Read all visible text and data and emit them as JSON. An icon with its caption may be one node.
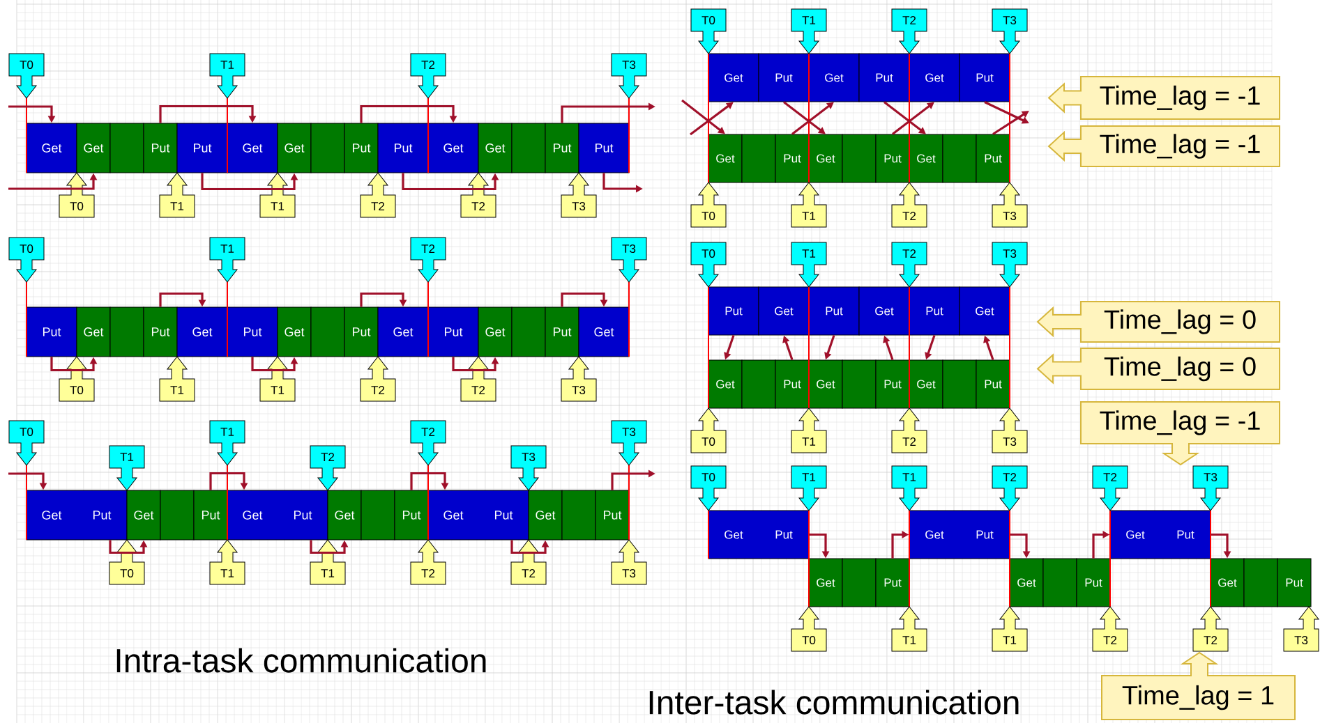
{
  "diagram": {
    "nodes": [
      {
        "text": [
          "T0"
        ]
      },
      {
        "text": [
          "T1"
        ]
      },
      {
        "text": [
          "T2"
        ]
      },
      {
        "text": [
          "T3"
        ]
      },
      {
        "text": [
          "Get"
        ]
      },
      {
        "text": [
          "Get"
        ]
      },
      {
        "text": [],
        "shape": "box"
      },
      {
        "text": [
          "Put"
        ]
      },
      {
        "text": [
          "Put"
        ]
      },
      {
        "text": [
          "Get"
        ]
      },
      {
        "text": [
          "Get"
        ]
      },
      {
        "text": [],
        "shape": "box"
      },
      {
        "text": [
          "Put"
        ]
      },
      {
        "text": [
          "Put"
        ]
      },
      {
        "text": [
          "Get"
        ]
      },
      {
        "text": [
          "Get"
        ]
      },
      {
        "text": [],
        "shape": "box"
      },
      {
        "text": [
          "Put"
        ]
      },
      {
        "text": [
          "Put"
        ]
      },
      {
        "text": [
          "T0"
        ]
      },
      {
        "text": [
          "T1"
        ]
      },
      {
        "text": [
          "T1"
        ]
      },
      {
        "text": [
          "T2"
        ]
      },
      {
        "text": [
          "T2"
        ]
      },
      {
        "text": [
          "T3"
        ]
      },
      {
        "text": [
          "T0"
        ]
      },
      {
        "text": [
          "T1"
        ]
      },
      {
        "text": [
          "T2"
        ]
      },
      {
        "text": [
          "T3"
        ]
      },
      {
        "text": [
          "Put"
        ]
      },
      {
        "text": [
          "Get"
        ]
      },
      {
        "text": [],
        "shape": "box"
      },
      {
        "text": [
          "Put"
        ]
      },
      {
        "text": [
          "Get"
        ]
      },
      {
        "text": [
          "Put"
        ]
      },
      {
        "text": [
          "Get"
        ]
      },
      {
        "text": [],
        "shape": "box"
      },
      {
        "text": [
          "Put"
        ]
      },
      {
        "text": [
          "Get"
        ]
      },
      {
        "text": [
          "Put"
        ]
      },
      {
        "text": [
          "Get"
        ]
      },
      {
        "text": [],
        "shape": "box"
      },
      {
        "text": [
          "Put"
        ]
      },
      {
        "text": [
          "Get"
        ]
      },
      {
        "text": [
          "T0"
        ]
      },
      {
        "text": [
          "T1"
        ]
      },
      {
        "text": [
          "T1"
        ]
      },
      {
        "text": [
          "T2"
        ]
      },
      {
        "text": [
          "T2"
        ]
      },
      {
        "text": [
          "T3"
        ]
      },
      {
        "text": [
          "T0"
        ]
      },
      {
        "text": [
          "T1"
        ]
      },
      {
        "text": [
          "T1"
        ]
      },
      {
        "text": [
          "T2"
        ]
      },
      {
        "text": [
          "T2"
        ]
      },
      {
        "text": [
          "T3"
        ]
      },
      {
        "text": [
          "T3"
        ]
      },
      {
        "text": [
          "Get",
          "Put"
        ]
      },
      {
        "text": [
          "Get"
        ]
      },
      {
        "text": [],
        "shape": "box"
      },
      {
        "text": [
          "Put"
        ]
      },
      {
        "text": [
          "Get",
          "Put"
        ]
      },
      {
        "text": [
          "Get"
        ]
      },
      {
        "text": [],
        "shape": "box"
      },
      {
        "text": [
          "Put"
        ]
      },
      {
        "text": [
          "Get",
          "Put"
        ]
      },
      {
        "text": [
          "Get"
        ]
      },
      {
        "text": [],
        "shape": "box"
      },
      {
        "text": [
          "Put"
        ]
      },
      {
        "text": [
          "T0"
        ]
      },
      {
        "text": [
          "T1"
        ]
      },
      {
        "text": [
          "T1"
        ]
      },
      {
        "text": [
          "T2"
        ]
      },
      {
        "text": [
          "T2"
        ]
      },
      {
        "text": [
          "T3"
        ]
      },
      {
        "text": [
          "T0"
        ]
      },
      {
        "text": [
          "T1"
        ]
      },
      {
        "text": [
          "T2"
        ]
      },
      {
        "text": [
          "T3"
        ]
      },
      {
        "text": [
          "Get"
        ]
      },
      {
        "text": [
          "Put"
        ]
      },
      {
        "text": [
          "Get"
        ]
      },
      {
        "text": [
          "Put"
        ]
      },
      {
        "text": [
          "Get"
        ]
      },
      {
        "text": [
          "Put"
        ]
      },
      {
        "text": [
          "Get"
        ]
      },
      {
        "text": [],
        "shape": "box"
      },
      {
        "text": [
          "Put"
        ]
      },
      {
        "text": [
          "Get"
        ]
      },
      {
        "text": [],
        "shape": "box"
      },
      {
        "text": [
          "Put"
        ]
      },
      {
        "text": [
          "Get"
        ]
      },
      {
        "text": [],
        "shape": "box"
      },
      {
        "text": [
          "Put"
        ]
      },
      {
        "text": [
          "T0"
        ]
      },
      {
        "text": [
          "T1"
        ]
      },
      {
        "text": [
          "T2"
        ]
      },
      {
        "text": [
          "T3"
        ]
      },
      {
        "text": [
          "Time_lag = -1"
        ]
      },
      {
        "text": [
          "Time_lag = -1"
        ]
      },
      {
        "text": [
          "T0"
        ]
      },
      {
        "text": [
          "T1"
        ]
      },
      {
        "text": [
          "T2"
        ]
      },
      {
        "text": [
          "T3"
        ]
      },
      {
        "text": [
          "Put"
        ]
      },
      {
        "text": [
          "Get"
        ]
      },
      {
        "text": [
          "Put"
        ]
      },
      {
        "text": [
          "Get"
        ]
      },
      {
        "text": [
          "Put"
        ]
      },
      {
        "text": [
          "Get"
        ]
      },
      {
        "text": [
          "Get"
        ]
      },
      {
        "text": [],
        "shape": "box"
      },
      {
        "text": [
          "Put"
        ]
      },
      {
        "text": [
          "Get"
        ]
      },
      {
        "text": [],
        "shape": "box"
      },
      {
        "text": [
          "Put"
        ]
      },
      {
        "text": [
          "Get"
        ]
      },
      {
        "text": [],
        "shape": "box"
      },
      {
        "text": [
          "Put"
        ]
      },
      {
        "text": [
          "T0"
        ]
      },
      {
        "text": [
          "T1"
        ]
      },
      {
        "text": [
          "T2"
        ]
      },
      {
        "text": [
          "T3"
        ]
      },
      {
        "text": [
          "Time_lag = 0"
        ]
      },
      {
        "text": [
          "Time_lag = 0"
        ]
      },
      {
        "text": [
          "Time_lag = -1"
        ]
      },
      {
        "text": [
          "T0"
        ]
      },
      {
        "text": [
          "T1"
        ]
      },
      {
        "text": [
          "T1"
        ]
      },
      {
        "text": [
          "T2"
        ]
      },
      {
        "text": [
          "T2"
        ]
      },
      {
        "text": [
          "T3"
        ]
      },
      {
        "text": [
          "Get",
          "Put"
        ]
      },
      {
        "text": [
          "Get"
        ]
      },
      {
        "text": [],
        "shape": "box"
      },
      {
        "text": [
          "Put"
        ]
      },
      {
        "text": [
          "Get",
          "Put"
        ]
      },
      {
        "text": [
          "Get"
        ]
      },
      {
        "text": [],
        "shape": "box"
      },
      {
        "text": [
          "Put"
        ]
      },
      {
        "text": [
          "Get",
          "Put"
        ]
      },
      {
        "text": [
          "Get"
        ]
      },
      {
        "text": [],
        "shape": "box"
      },
      {
        "text": [
          "Put"
        ]
      },
      {
        "text": [
          "T0"
        ]
      },
      {
        "text": [
          "T1"
        ]
      },
      {
        "text": [
          "T1"
        ]
      },
      {
        "text": [
          "T2"
        ]
      },
      {
        "text": [
          "T2"
        ]
      },
      {
        "text": [
          "T3"
        ]
      },
      {
        "text": [
          "Time_lag = 1"
        ]
      }
    ],
    "edges": [
      {
        "from": null,
        "to": 4,
        "arrow": "to"
      },
      {
        "from": null,
        "to": 5,
        "arrow": "to"
      },
      {
        "from": 7,
        "to": 9,
        "arrow": "to"
      },
      {
        "from": 8,
        "to": 10,
        "arrow": "to"
      },
      {
        "from": 12,
        "to": 14,
        "arrow": "to"
      },
      {
        "from": 13,
        "to": 15,
        "arrow": "to"
      },
      {
        "from": 17,
        "to": null,
        "arrow": "to"
      },
      {
        "from": 18,
        "to": null,
        "arrow": "to"
      },
      {
        "from": 29,
        "to": 30,
        "arrow": "to"
      },
      {
        "from": 32,
        "to": 33,
        "arrow": "to"
      },
      {
        "from": 34,
        "to": 35,
        "arrow": "to"
      },
      {
        "from": 37,
        "to": 38,
        "arrow": "to"
      },
      {
        "from": 39,
        "to": 40,
        "arrow": "to"
      },
      {
        "from": 42,
        "to": 43,
        "arrow": "to"
      },
      {
        "from": null,
        "to": 57,
        "arrow": "to"
      },
      {
        "from": 57,
        "to": 58,
        "arrow": "to"
      },
      {
        "from": 60,
        "to": 61,
        "arrow": "to"
      },
      {
        "from": 61,
        "to": 62,
        "arrow": "to"
      },
      {
        "from": 64,
        "to": 65,
        "arrow": "to"
      },
      {
        "from": 65,
        "to": 66,
        "arrow": "to"
      },
      {
        "from": 68,
        "to": null,
        "arrow": "to"
      },
      {
        "from": null,
        "to": 85,
        "arrow": "to"
      },
      {
        "from": null,
        "to": 79,
        "arrow": "to"
      },
      {
        "from": 80,
        "to": 88,
        "arrow": "to"
      },
      {
        "from": 87,
        "to": 81,
        "arrow": "to"
      },
      {
        "from": 82,
        "to": 91,
        "arrow": "to"
      },
      {
        "from": 90,
        "to": 83,
        "arrow": "to"
      },
      {
        "from": 84,
        "to": null,
        "arrow": "to"
      },
      {
        "from": 93,
        "to": null,
        "arrow": "to"
      },
      {
        "from": 104,
        "to": 110,
        "arrow": "to"
      },
      {
        "from": 112,
        "to": 105,
        "arrow": "to"
      },
      {
        "from": 106,
        "to": 113,
        "arrow": "to"
      },
      {
        "from": 115,
        "to": 107,
        "arrow": "to"
      },
      {
        "from": 108,
        "to": 116,
        "arrow": "to"
      },
      {
        "from": 118,
        "to": 109,
        "arrow": "to"
      },
      {
        "from": 132,
        "to": 133,
        "arrow": "to"
      },
      {
        "from": 135,
        "to": 136,
        "arrow": "to"
      },
      {
        "from": 136,
        "to": 137,
        "arrow": "to"
      },
      {
        "from": 139,
        "to": 140,
        "arrow": "to"
      },
      {
        "from": 140,
        "to": 141,
        "arrow": "to"
      }
    ],
    "labels": [
      "Intra-task communication",
      "Inter-task communication"
    ]
  }
}
